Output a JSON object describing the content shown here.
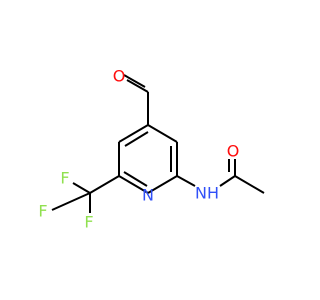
{
  "molecule": {
    "atoms": {
      "aldehyde_oxygen": {
        "text": "O",
        "color": "#ff0d0d"
      },
      "amide_oxygen": {
        "text": "O",
        "color": "#ff0d0d"
      },
      "ring_nitrogen": {
        "text": "N",
        "color": "#3050f8"
      },
      "amide_nitrogen": {
        "text": "NH",
        "color": "#3050f8"
      },
      "fluorine_top": {
        "text": "F",
        "color": "#90e050"
      },
      "fluorine_left": {
        "text": "F",
        "color": "#90e050"
      },
      "fluorine_bottom": {
        "text": "F",
        "color": "#90e050"
      }
    },
    "bond_color": "#000000"
  }
}
